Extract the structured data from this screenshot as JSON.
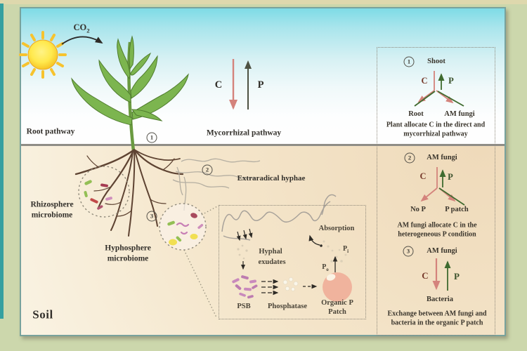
{
  "colors": {
    "frame_teal": "#35a0a0",
    "margin_sage": "#ccd7ac",
    "strip_khaki": "#ded8ad",
    "sky_cyan": "#7edbe6",
    "soil_tan": "#f2dfc1",
    "carbon_arrow_red": "#d4837c",
    "phosphorus_arrow_green": "#3f6b2f",
    "phosphorus_arrow_dark": "#4e5243",
    "organic_patch_pink": "#f0b39d"
  },
  "scene": {
    "co2": {
      "base": "CO",
      "sub": "2"
    },
    "root_pathway": "Root pathway",
    "mycorrhizal_pathway": "Mycorrhizal pathway",
    "carbon": "C",
    "phosphorus": "P",
    "step1": "1",
    "step2": "2",
    "step3": "3",
    "extraradical_hyphae": "Extraradical hyphae",
    "rhizosphere": {
      "line1": "Rhizosphere",
      "line2": "microbiome"
    },
    "hyphosphere": {
      "line1": "Hyphosphere",
      "line2": "microbiome"
    },
    "soil": "Soil"
  },
  "detail_box": {
    "absorption": "Absorption",
    "hyphal_exudates": {
      "line1": "Hyphal",
      "line2": "exudates"
    },
    "psb": "PSB",
    "phosphatase": "Phosphatase",
    "organic_p_patch": {
      "line1": "Organic P",
      "line2": "Patch"
    },
    "pi": {
      "base": "P",
      "sub": "i"
    },
    "po": {
      "base": "P",
      "sub": "o"
    }
  },
  "legend": {
    "panels": [
      {
        "num": "1",
        "top": "Shoot",
        "c": "C",
        "p": "P",
        "left": "Root",
        "right": "AM fungi",
        "caption1": "Plant allocate C in the direct and",
        "caption2": "mycorrhizal pathway"
      },
      {
        "num": "2",
        "top": "AM fungi",
        "c": "C",
        "p": "P",
        "left": "No P",
        "right": "P patch",
        "caption1": "AM fungi allocate C in the",
        "caption2": "heterogeneous P condition"
      },
      {
        "num": "3",
        "top": "AM fungi",
        "c": "C",
        "p": "P",
        "bottom": "Bacteria",
        "caption1": "Exchange between AM fungi and",
        "caption2": "bacteria in the organic P patch"
      }
    ]
  }
}
